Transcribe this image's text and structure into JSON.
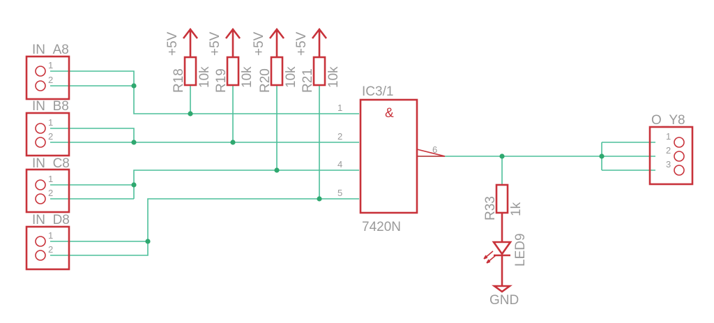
{
  "connectors": {
    "in_a": {
      "name": "IN_A8",
      "pins": [
        "1",
        "2"
      ]
    },
    "in_b": {
      "name": "IN_B8",
      "pins": [
        "1",
        "2"
      ]
    },
    "in_c": {
      "name": "IN_C8",
      "pins": [
        "1",
        "2"
      ]
    },
    "in_d": {
      "name": "IN_D8",
      "pins": [
        "1",
        "2"
      ]
    },
    "out_y": {
      "name": "O_Y8",
      "pins": [
        "1",
        "2",
        "3"
      ]
    }
  },
  "pullups": [
    {
      "ref": "R18",
      "value": "10k",
      "supply": "+5V"
    },
    {
      "ref": "R19",
      "value": "10k",
      "supply": "+5V"
    },
    {
      "ref": "R20",
      "value": "10k",
      "supply": "+5V"
    },
    {
      "ref": "R21",
      "value": "10k",
      "supply": "+5V"
    }
  ],
  "gate": {
    "ref": "IC3/1",
    "part": "7420N",
    "symbol": "&",
    "input_pins": [
      "1",
      "2",
      "4",
      "5"
    ],
    "output_pin": "6"
  },
  "led_resistor": {
    "ref": "R33",
    "value": "1k"
  },
  "led": {
    "ref": "LED9"
  },
  "ground": {
    "label": "GND"
  },
  "colors": {
    "wire": "#4cbf9a",
    "symbol": "#c8323a",
    "label": "#9a9a9a",
    "junction": "#2fa86f"
  }
}
